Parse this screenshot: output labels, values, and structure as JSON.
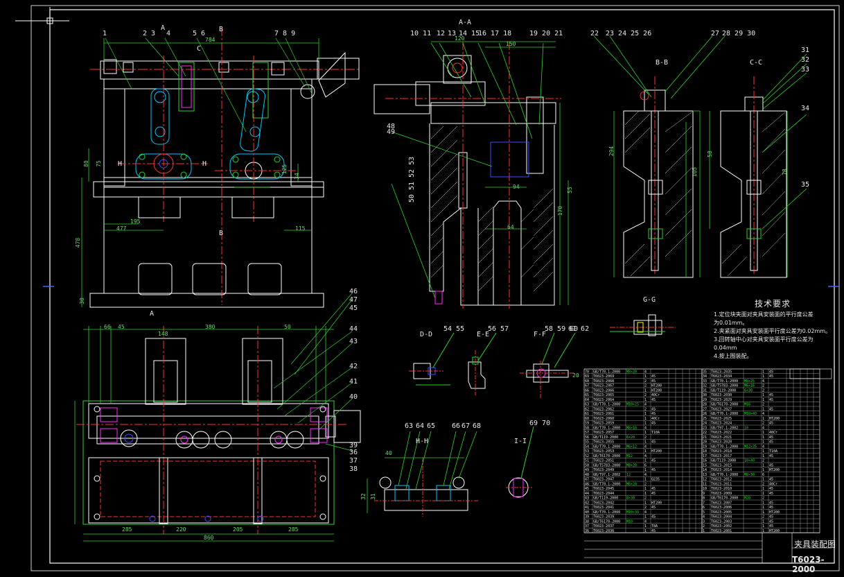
{
  "drawing": {
    "title": "夹具装配图",
    "drawing_no": "T6023-2000"
  },
  "technical_requirements": {
    "heading": "技术要求",
    "items": [
      "1.定位块夹面对夹具安装面的平行度公差",
      "  为0.01mm。",
      "2.夹紧面对夹具安装面平行度公差为0.02mm。",
      "3.回转轴中心对夹具安装面平行度公差为0.04mm",
      "4.按上图装配。"
    ]
  },
  "view_labels": {
    "aa": "A-A",
    "bb": "B-B",
    "cc": "C-C",
    "dd": "D-D",
    "ee": "E-E",
    "ff": "F-F",
    "gg": "G-G",
    "hh": "H-H",
    "ii": "I-I",
    "a1": "A",
    "a2": "A",
    "b1": "B",
    "b2": "B",
    "c1": "C",
    "h1": "H",
    "h2": "H"
  },
  "balloons": {
    "b1": "1",
    "b2": "2 3",
    "b3": "4",
    "b4": "5 6",
    "b5": "7 8 9",
    "b6": "10 11",
    "b7": "12",
    "b8": "13",
    "b9": "14 15",
    "b10": "16 17 18",
    "b11": "19 20 21",
    "b12": "22",
    "b13": "23 24 25 26",
    "b14": "27",
    "b15": "28 29 30",
    "b16": "31",
    "b17": "32",
    "b18": "33",
    "b19": "34",
    "b20": "35",
    "b21": "36",
    "b22": "37",
    "b23": "38",
    "b24": "39",
    "b25": "40",
    "b26": "41",
    "b27": "42",
    "b28": "43",
    "b29": "44",
    "b30": "45",
    "b31": "46",
    "b32": "47",
    "b33": "48",
    "b34": "49",
    "b35": "50 51 52 53",
    "b36": "54 55",
    "b37": "56 57",
    "b38": "58 59 60",
    "b39": "61 62",
    "b40": "63",
    "b41": "64",
    "b42": "65",
    "b43": "66",
    "b44": "67",
    "b45": "68",
    "b46": "69 70"
  },
  "dimensions": {
    "d1": "784",
    "d2": "80",
    "d3": "75",
    "d4": "125",
    "d5": "34",
    "d6": "195",
    "d7": "477",
    "d8": "115",
    "d9": "478",
    "d10": "30",
    "d11": "148",
    "d12": "45",
    "d13": "66",
    "d14": "380",
    "d15": "50",
    "d16": "285",
    "d17": "220",
    "d18": "205",
    "d19": "285",
    "d20": "860",
    "d21": "120",
    "d22": "150",
    "d23": "94",
    "d24": "64",
    "d25": "170",
    "d26": "55",
    "d27": "294",
    "d28": "105",
    "d29": "40",
    "d30": "32",
    "d31": "31",
    "d32": "58",
    "d33": "78",
    "d34": "20"
  },
  "bom": {
    "left_col": [
      [
        "70",
        "GB/T70.1-2000",
        "M8×20",
        "4",
        "",
        "",
        "",
        "",
        "",
        ""
      ],
      [
        "69",
        "T6023-2069",
        "",
        "1",
        "45",
        "",
        "",
        "",
        "",
        ""
      ],
      [
        "68",
        "T6023-2068",
        "",
        "2",
        "45",
        "",
        "",
        "",
        "",
        ""
      ],
      [
        "67",
        "T6023-2067",
        "",
        "2",
        "HT200",
        "",
        "",
        "",
        "",
        ""
      ],
      [
        "66",
        "T6023-2066",
        "",
        "1",
        "HT200",
        "",
        "",
        "",
        "",
        ""
      ],
      [
        "65",
        "T6023-2065",
        "",
        "2",
        "40Cr",
        "",
        "",
        "",
        "",
        ""
      ],
      [
        "64",
        "T6023-2064",
        "",
        "1",
        "45",
        "",
        "",
        "",
        "",
        ""
      ],
      [
        "63",
        "GB/T70.1-2000",
        "M10×25",
        "4",
        "",
        "",
        "",
        "",
        "",
        ""
      ],
      [
        "62",
        "T6023-2062",
        "",
        "2",
        "45",
        "",
        "",
        "",
        "",
        ""
      ],
      [
        "61",
        "T6023-2061",
        "",
        "1",
        "45",
        "",
        "",
        "",
        "",
        ""
      ],
      [
        "60",
        "T6023-2060",
        "",
        "1",
        "40Cr",
        "",
        "",
        "",
        "",
        ""
      ],
      [
        "59",
        "T6023-2059",
        "",
        "1",
        "45",
        "",
        "",
        "",
        "",
        ""
      ],
      [
        "58",
        "GB/T70.1-2000",
        "M8×16",
        "4",
        "",
        "",
        "",
        "",
        "",
        ""
      ],
      [
        "57",
        "T6023-2057",
        "",
        "1",
        "T10A",
        "",
        "",
        "",
        "",
        ""
      ],
      [
        "56",
        "GB/T119-2000",
        "6×20",
        "2",
        "",
        "",
        "",
        "",
        "",
        ""
      ],
      [
        "55",
        "T6023-2055",
        "",
        "1",
        "45",
        "",
        "",
        "",
        "",
        ""
      ],
      [
        "54",
        "GB/T70.1-2000",
        "M6×12",
        "4",
        "",
        "",
        "",
        "",
        "",
        ""
      ],
      [
        "53",
        "T6023-2053",
        "",
        "1",
        "HT200",
        "",
        "",
        "",
        "",
        ""
      ],
      [
        "52",
        "GB/T6170-2000",
        "M12",
        "4",
        "",
        "",
        "",
        "",
        "",
        ""
      ],
      [
        "51",
        "T6023-2051",
        "",
        "1",
        "45",
        "",
        "",
        "",
        "",
        ""
      ],
      [
        "50",
        "GB/T5783-2000",
        "M8×20",
        "6",
        "",
        "",
        "",
        "",
        "",
        ""
      ],
      [
        "49",
        "T6023-2049",
        "",
        "1",
        "45",
        "",
        "",
        "",
        "",
        ""
      ],
      [
        "48",
        "GB/T97.1-2002",
        "12",
        "4",
        "",
        "",
        "",
        "",
        "",
        ""
      ],
      [
        "47",
        "T6023-2047",
        "",
        "1",
        "Q235",
        "",
        "",
        "",
        "",
        ""
      ],
      [
        "46",
        "GB/T70.1-2000",
        "M6×20",
        "2",
        "",
        "",
        "",
        "",
        "",
        ""
      ],
      [
        "45",
        "T6023-2045",
        "",
        "1",
        "45",
        "",
        "",
        "",
        "",
        ""
      ],
      [
        "44",
        "T6023-2044",
        "",
        "1",
        "45",
        "",
        "",
        "",
        "",
        ""
      ],
      [
        "43",
        "GB/T119-2000",
        "8×30",
        "2",
        "",
        "",
        "",
        "",
        "",
        ""
      ],
      [
        "42",
        "T6023-2042",
        "",
        "1",
        "HT200",
        "",
        "",
        "",
        "",
        ""
      ],
      [
        "41",
        "T6023-2041",
        "",
        "2",
        "45",
        "",
        "",
        "",
        "",
        ""
      ],
      [
        "40",
        "GB/T70.1-2000",
        "M10×30",
        "4",
        "",
        "",
        "",
        "",
        "",
        ""
      ],
      [
        "39",
        "T6023-2039",
        "",
        "1",
        "45",
        "",
        "",
        "",
        "",
        ""
      ],
      [
        "38",
        "GB/T6170-2000",
        "M10",
        "4",
        "",
        "",
        "",
        "",
        "",
        ""
      ],
      [
        "37",
        "T6023-2037",
        "",
        "1",
        "T8A",
        "",
        "",
        "",
        "",
        ""
      ],
      [
        "36",
        "T6023-2036",
        "",
        "1",
        "45",
        "",
        "",
        "",
        "",
        ""
      ]
    ],
    "right_col": [
      [
        "35",
        "T6023-2035",
        "",
        "1",
        "45",
        "",
        "",
        "",
        "",
        ""
      ],
      [
        "34",
        "T6023-2034",
        "",
        "1",
        "45",
        "",
        "",
        "",
        "",
        ""
      ],
      [
        "33",
        "GB/T70.1-2000",
        "M8×25",
        "4",
        "",
        "",
        "",
        "",
        "",
        ""
      ],
      [
        "32",
        "GB/T5783-2000",
        "M6×16",
        "2",
        "",
        "",
        "",
        "",
        "",
        ""
      ],
      [
        "31",
        "GB/T119-2000",
        "6×30",
        "2",
        "",
        "",
        "",
        "",
        "",
        ""
      ],
      [
        "30",
        "T6023-2030",
        "",
        "1",
        "45",
        "",
        "",
        "",
        "",
        ""
      ],
      [
        "29",
        "T6023-2029",
        "",
        "1",
        "45",
        "",
        "",
        "",
        "",
        ""
      ],
      [
        "28",
        "GB/T6170-2000",
        "M16",
        "2",
        "",
        "",
        "",
        "",
        "",
        ""
      ],
      [
        "27",
        "T6023-2027",
        "",
        "1",
        "45",
        "",
        "",
        "",
        "",
        ""
      ],
      [
        "26",
        "GB/T70.1-2000",
        "M10×40",
        "4",
        "",
        "",
        "",
        "",
        "",
        ""
      ],
      [
        "25",
        "T6023-2025",
        "",
        "1",
        "HT200",
        "",
        "",
        "",
        "",
        ""
      ],
      [
        "24",
        "T6023-2024",
        "",
        "2",
        "45",
        "",
        "",
        "",
        "",
        ""
      ],
      [
        "23",
        "GB/T97.1-2002",
        "10",
        "4",
        "",
        "",
        "",
        "",
        "",
        ""
      ],
      [
        "22",
        "T6023-2022",
        "",
        "1",
        "40Cr",
        "",
        "",
        "",
        "",
        ""
      ],
      [
        "21",
        "T6023-2021",
        "",
        "1",
        "45",
        "",
        "",
        "",
        "",
        ""
      ],
      [
        "20",
        "T6023-2020",
        "",
        "1",
        "45",
        "",
        "",
        "",
        "",
        ""
      ],
      [
        "19",
        "GB/T70.1-2000",
        "M12×35",
        "4",
        "",
        "",
        "",
        "",
        "",
        ""
      ],
      [
        "18",
        "T6023-2018",
        "",
        "1",
        "T10A",
        "",
        "",
        "",
        "",
        ""
      ],
      [
        "17",
        "T6023-2017",
        "",
        "1",
        "45",
        "",
        "",
        "",
        "",
        ""
      ],
      [
        "16",
        "GB/T119-2000",
        "10×40",
        "2",
        "",
        "",
        "",
        "",
        "",
        ""
      ],
      [
        "15",
        "T6023-2015",
        "",
        "1",
        "45",
        "",
        "",
        "",
        "",
        ""
      ],
      [
        "14",
        "T6023-2014",
        "",
        "1",
        "HT200",
        "",
        "",
        "",
        "",
        ""
      ],
      [
        "13",
        "GB/T70.1-2000",
        "M8×30",
        "6",
        "",
        "",
        "",
        "",
        "",
        ""
      ],
      [
        "12",
        "T6023-2012",
        "",
        "1",
        "45",
        "",
        "",
        "",
        "",
        ""
      ],
      [
        "11",
        "T6023-2011",
        "",
        "2",
        "40Cr",
        "",
        "",
        "",
        "",
        ""
      ],
      [
        "10",
        "T6023-2010",
        "",
        "1",
        "45",
        "",
        "",
        "",
        "",
        ""
      ],
      [
        "9",
        "T6023-2009",
        "",
        "1",
        "45",
        "",
        "",
        "",
        "",
        ""
      ],
      [
        "8",
        "GB/T6170-2000",
        "M20",
        "2",
        "",
        "",
        "",
        "",
        "",
        ""
      ],
      [
        "7",
        "T6023-2007",
        "",
        "1",
        "45",
        "",
        "",
        "",
        "",
        ""
      ],
      [
        "6",
        "T6023-2006",
        "",
        "1",
        "45",
        "",
        "",
        "",
        "",
        ""
      ],
      [
        "5",
        "T6023-2005",
        "",
        "1",
        "HT200",
        "",
        "",
        "",
        "",
        ""
      ],
      [
        "4",
        "T6023-2004",
        "",
        "2",
        "45",
        "",
        "",
        "",
        "",
        ""
      ],
      [
        "3",
        "T6023-2003",
        "",
        "1",
        "45",
        "",
        "",
        "",
        "",
        ""
      ],
      [
        "2",
        "T6023-2002",
        "",
        "1",
        "45",
        "",
        "",
        "",
        "",
        ""
      ],
      [
        "1",
        "T6023-2001",
        "",
        "1",
        "HT200",
        "",
        "",
        "",
        "",
        ""
      ]
    ]
  },
  "colors": {
    "outline": "#ffffff",
    "dimension": "#2fd42f",
    "centerline": "#ff2a2a",
    "hidden": "#00c8ff",
    "part_blue": "#3a4bff",
    "magenta": "#ff2aff",
    "highlight_green": "#1ed81e",
    "yellow": "#ffff00",
    "frame": "#ffffff"
  }
}
